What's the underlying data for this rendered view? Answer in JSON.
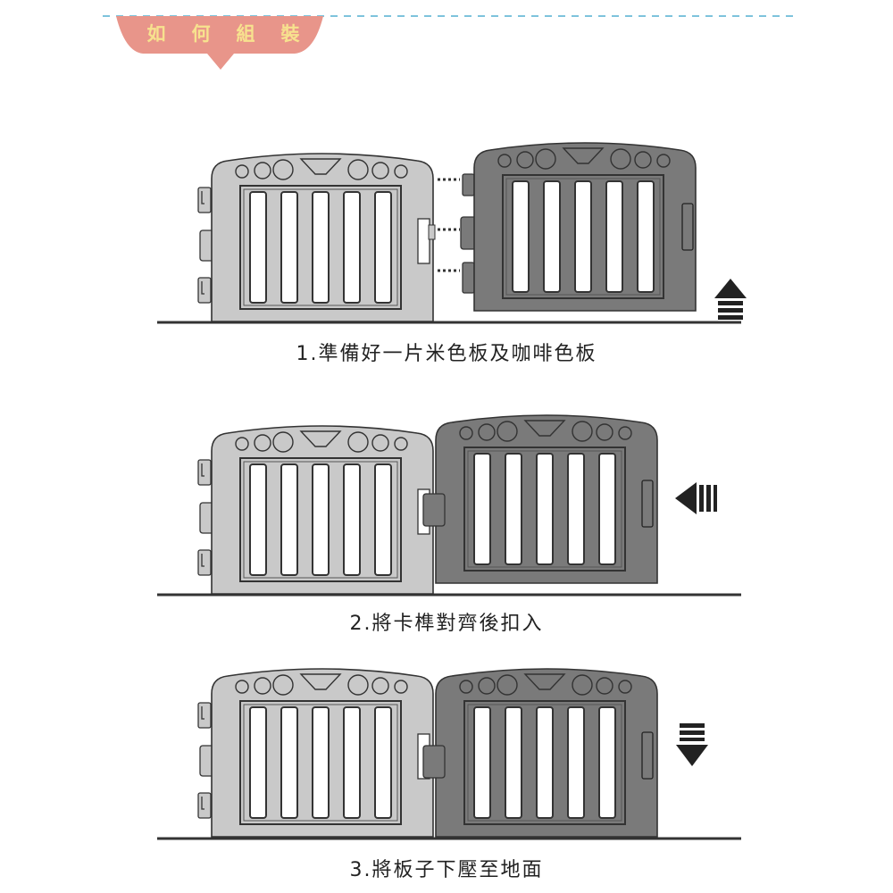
{
  "header": {
    "title_chars": [
      "如",
      "何",
      "組",
      "裝"
    ],
    "title": "如何組裝"
  },
  "colors": {
    "banner": "#e8958a",
    "banner_text": "#f7e28e",
    "dash_line": "#7ec3dc",
    "light_panel": "#c9c9c9",
    "dark_panel": "#7a7a7a"
  },
  "steps": [
    {
      "caption": "1.準備好一片米色板及咖啡色板",
      "arrow": "up-arrow"
    },
    {
      "caption": "2.將卡榫對齊後扣入",
      "arrow": "left-arrow"
    },
    {
      "caption": "3.將板子下壓至地面",
      "arrow": "down-arrow"
    }
  ]
}
